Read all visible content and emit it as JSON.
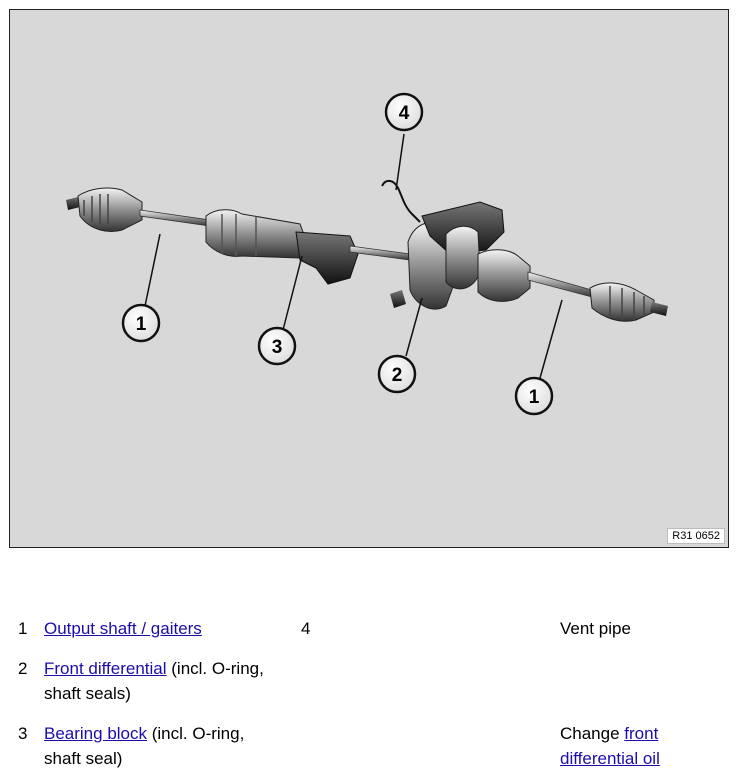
{
  "figure": {
    "reference": "R31 0652",
    "callouts": [
      "1",
      "3",
      "2",
      "1",
      "4"
    ]
  },
  "legend": {
    "items": [
      {
        "number": "1",
        "link": "Output shaft / gaiters",
        "suffix": "",
        "line2": ""
      },
      {
        "number": "2",
        "link": "Front differential",
        "suffix": " (incl. O-ring,",
        "line2": "shaft seals)"
      },
      {
        "number": "3",
        "link": "Bearing block",
        "suffix": " (incl. O-ring,",
        "line2": "shaft seal)"
      }
    ],
    "item4": {
      "number": "4",
      "label": "Vent pipe"
    },
    "change": {
      "prefix": "Change ",
      "link1": "front",
      "link2": "differential oil"
    }
  }
}
